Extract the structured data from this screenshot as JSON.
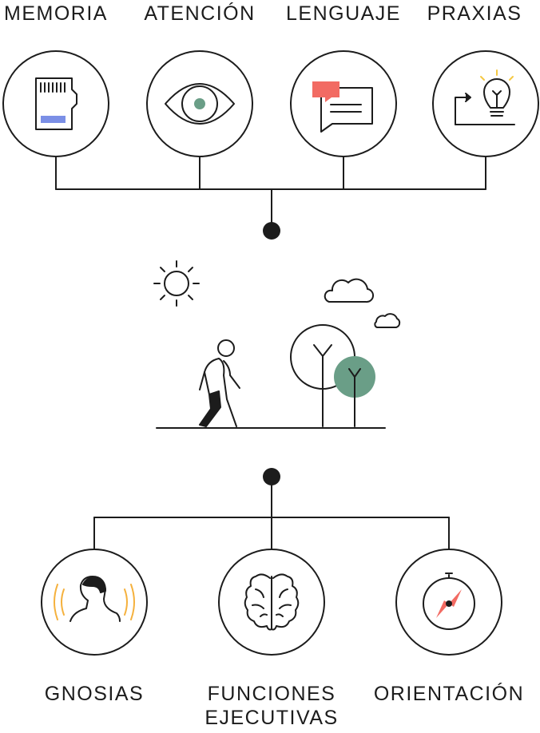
{
  "top_categories": [
    {
      "label": "MEMORIA",
      "icon": "memory-card-icon"
    },
    {
      "label": "ATENCIÓN",
      "icon": "eye-icon"
    },
    {
      "label": "LENGUAJE",
      "icon": "speech-bubble-icon"
    },
    {
      "label": "PRAXIAS",
      "icon": "lightbulb-action-icon"
    }
  ],
  "bottom_categories": [
    {
      "label": "GNOSIAS",
      "icon": "head-sound-icon"
    },
    {
      "label_line1": "FUNCIONES",
      "label_line2": "EJECUTIVAS",
      "icon": "brain-icon"
    },
    {
      "label": "ORIENTACIÓN",
      "icon": "compass-icon"
    }
  ],
  "scene": {
    "icons": [
      "sun-icon",
      "cloud-icon",
      "walking-person-icon",
      "tree-icon"
    ]
  },
  "colors": {
    "line": "#1c1c1c",
    "green": "#6a9e87",
    "red": "#f26b63",
    "blue": "#7b8fe6",
    "orange": "#f5b13d",
    "yellow": "#f5c842"
  }
}
